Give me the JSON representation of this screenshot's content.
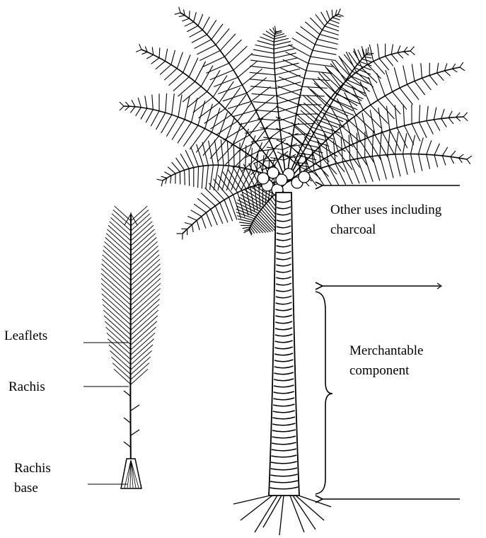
{
  "labels": {
    "other_uses": [
      "Other uses including",
      "charcoal"
    ],
    "merchantable": [
      "Merchantable",
      "component"
    ],
    "leaflets": "Leaflets",
    "rachis": "Rachis",
    "rachis_base": [
      "Rachis",
      "base"
    ]
  },
  "colors": {
    "ink": "#000000",
    "background": "#ffffff"
  }
}
